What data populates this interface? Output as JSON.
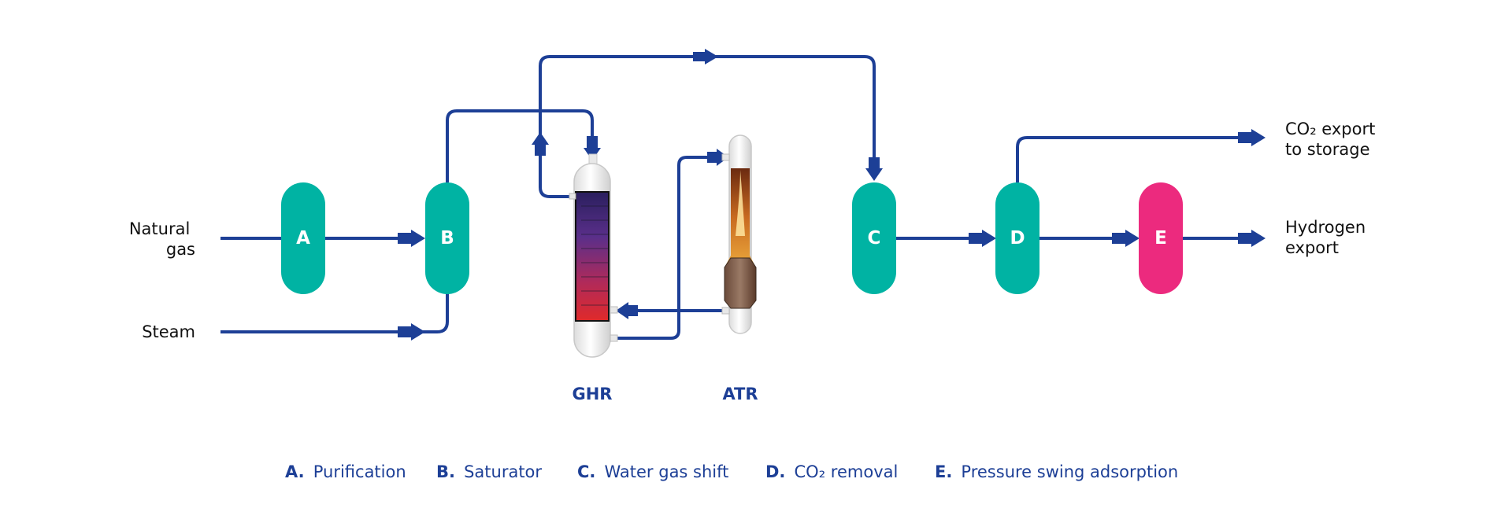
{
  "colors": {
    "pipe": "#1d3f96",
    "teal_unit": "#00b3a3",
    "pink_unit": "#ec2a7e",
    "label_blue": "#1d3f96",
    "text": "#111111"
  },
  "inputs": {
    "natural_gas": [
      "Natural",
      "gas"
    ],
    "steam": "Steam"
  },
  "outputs": {
    "co2_export": [
      "CO₂ export",
      "to storage"
    ],
    "hydrogen_export": [
      "Hydrogen",
      "export"
    ]
  },
  "units": {
    "a": "A",
    "b": "B",
    "c": "C",
    "d": "D",
    "e": "E"
  },
  "reactors": {
    "ghr": "GHR",
    "atr": "ATR"
  },
  "legend": [
    {
      "letter": "A.",
      "text": "Purification"
    },
    {
      "letter": "B.",
      "text": "Saturator"
    },
    {
      "letter": "C.",
      "text": "Water gas shift"
    },
    {
      "letter": "D.",
      "text": "CO₂ removal"
    },
    {
      "letter": "E.",
      "text": "Pressure swing adsorption"
    }
  ]
}
